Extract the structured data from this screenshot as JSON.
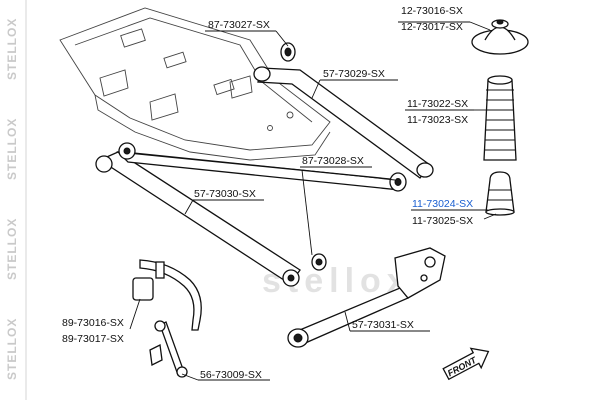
{
  "parts": {
    "p1": "87-73027-SX",
    "p2": "12-73016-SX",
    "p3": "12-73017-SX",
    "p4": "57-73029-SX",
    "p5": "11-73022-SX",
    "p6": "11-73023-SX",
    "p7": "87-73028-SX",
    "p8": "57-73030-SX",
    "p9": "11-73024-SX",
    "p10": "11-73025-SX",
    "p11": "57-73031-SX",
    "p12": "89-73016-SX",
    "p13": "89-73017-SX",
    "p14": "56-73009-SX"
  },
  "front_label": "FRONT",
  "watermark": {
    "brand_text": "STELLOX",
    "center_text": "stellox"
  },
  "colors": {
    "highlight": "#1a5fd1",
    "text": "#111111",
    "watermark": "#c9c9c9"
  }
}
